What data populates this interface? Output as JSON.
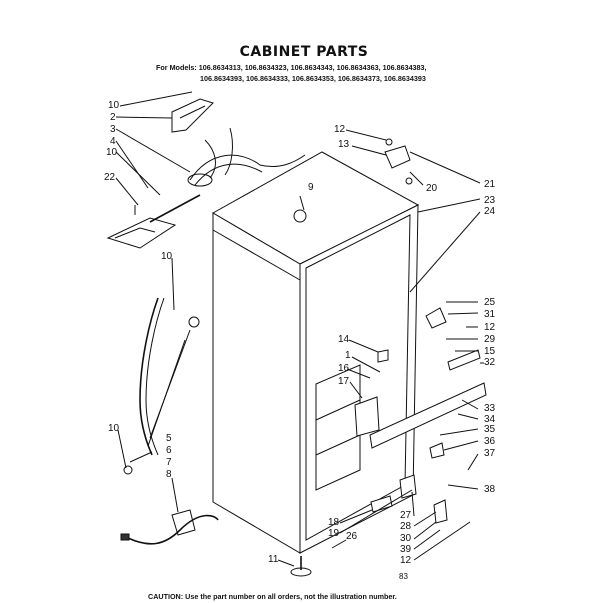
{
  "title": "CABINET PARTS",
  "models_line1": "For Models: 106.8634313, 106.8634323, 106.8634343, 106.8634363, 106.8634383,",
  "models_line2": "106.8634393, 106.8634333, 106.8634353, 106.8634373, 106.8634393",
  "caution": "CAUTION: Use the part number on all orders, not the illustration number.",
  "drawing_code": "83",
  "callouts": [
    {
      "id": "c10a",
      "label": "10"
    },
    {
      "id": "c2",
      "label": "2"
    },
    {
      "id": "c3",
      "label": "3"
    },
    {
      "id": "c4",
      "label": "4"
    },
    {
      "id": "c10b",
      "label": "10"
    },
    {
      "id": "c22",
      "label": "22"
    },
    {
      "id": "c10c",
      "label": "10"
    },
    {
      "id": "c10d",
      "label": "10"
    },
    {
      "id": "c5",
      "label": "5"
    },
    {
      "id": "c6",
      "label": "6"
    },
    {
      "id": "c7",
      "label": "7"
    },
    {
      "id": "c8",
      "label": "8"
    },
    {
      "id": "c9",
      "label": "9"
    },
    {
      "id": "c12a",
      "label": "12"
    },
    {
      "id": "c13",
      "label": "13"
    },
    {
      "id": "c20",
      "label": "20"
    },
    {
      "id": "c21",
      "label": "21"
    },
    {
      "id": "c23",
      "label": "23"
    },
    {
      "id": "c24",
      "label": "24"
    },
    {
      "id": "c25",
      "label": "25"
    },
    {
      "id": "c31",
      "label": "31"
    },
    {
      "id": "c12b",
      "label": "12"
    },
    {
      "id": "c29",
      "label": "29"
    },
    {
      "id": "c15",
      "label": "15"
    },
    {
      "id": "c32",
      "label": "32"
    },
    {
      "id": "c14",
      "label": "14"
    },
    {
      "id": "c1",
      "label": "1"
    },
    {
      "id": "c16",
      "label": "16"
    },
    {
      "id": "c17",
      "label": "17"
    },
    {
      "id": "c33",
      "label": "33"
    },
    {
      "id": "c34",
      "label": "34"
    },
    {
      "id": "c35",
      "label": "35"
    },
    {
      "id": "c36",
      "label": "36"
    },
    {
      "id": "c37",
      "label": "37"
    },
    {
      "id": "c38",
      "label": "38"
    },
    {
      "id": "c27",
      "label": "27"
    },
    {
      "id": "c28",
      "label": "28"
    },
    {
      "id": "c30",
      "label": "30"
    },
    {
      "id": "c39",
      "label": "39"
    },
    {
      "id": "c12c",
      "label": "12"
    },
    {
      "id": "c18",
      "label": "18"
    },
    {
      "id": "c19",
      "label": "19"
    },
    {
      "id": "c26",
      "label": "26"
    },
    {
      "id": "c11",
      "label": "11"
    }
  ]
}
